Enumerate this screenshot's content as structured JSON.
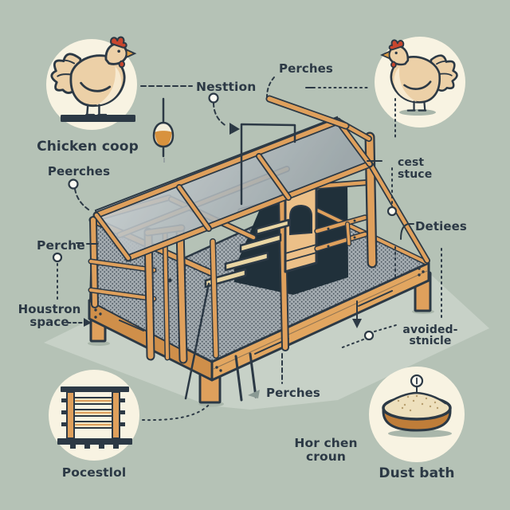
{
  "title": "Chicken coop annotated diagram",
  "theme": {
    "bg": "#b5c2b6",
    "ink": "#2c3945",
    "wood": "#dfa05c",
    "wood_light": "#ecc088",
    "wood_mid": "#cf8f4a",
    "plank": "#e9d6a4",
    "mesh_base": "#a3abb0",
    "mesh_dot": "#4a565f",
    "roof_hi": "#c9cfd2",
    "roof_lo": "#9ba5aa",
    "cream": "#f8f3e2",
    "red": "#c8462e",
    "beak": "#dd9c44",
    "hen_body": "#ecd0a7",
    "hen_light": "#f7e9cf",
    "interior": "#20303a",
    "sand": "#eee0bd",
    "terracotta": "#bf7d39",
    "sand_dot": "#b79e6e",
    "shadow": "#c7d1c7",
    "contact": "#a9b6aa",
    "ring_fill": "#fbfaf2",
    "arrow_muted": "#8a9a94",
    "tick_gray": "#98a2a2"
  },
  "labels": {
    "chicken_coop": "Chicken coop",
    "peerches": "Peerches",
    "nesttion": "Nesttion",
    "perches_top": "Perches",
    "cest": "cest",
    "stuce": "stuce",
    "detiees": "Detiees",
    "avoided_line1": "avoided-",
    "avoided_line2": "stnicle",
    "perches_bottom": "Perches",
    "hor_chen_line1": "Hor chen",
    "hor_chen_line2": "croun",
    "dust_bath": "Dust bath",
    "pocestlol": "Pocestlol",
    "perche": "Perche",
    "houstron_line1": "Houstron",
    "houstron_line2": "space"
  },
  "icons": {
    "top_left": "hen-facing-right",
    "top_right": "hen-facing-left",
    "bottom_left": "roost-ladder",
    "bottom_right": "dust-bath-bowl",
    "center": "egg-marker"
  }
}
